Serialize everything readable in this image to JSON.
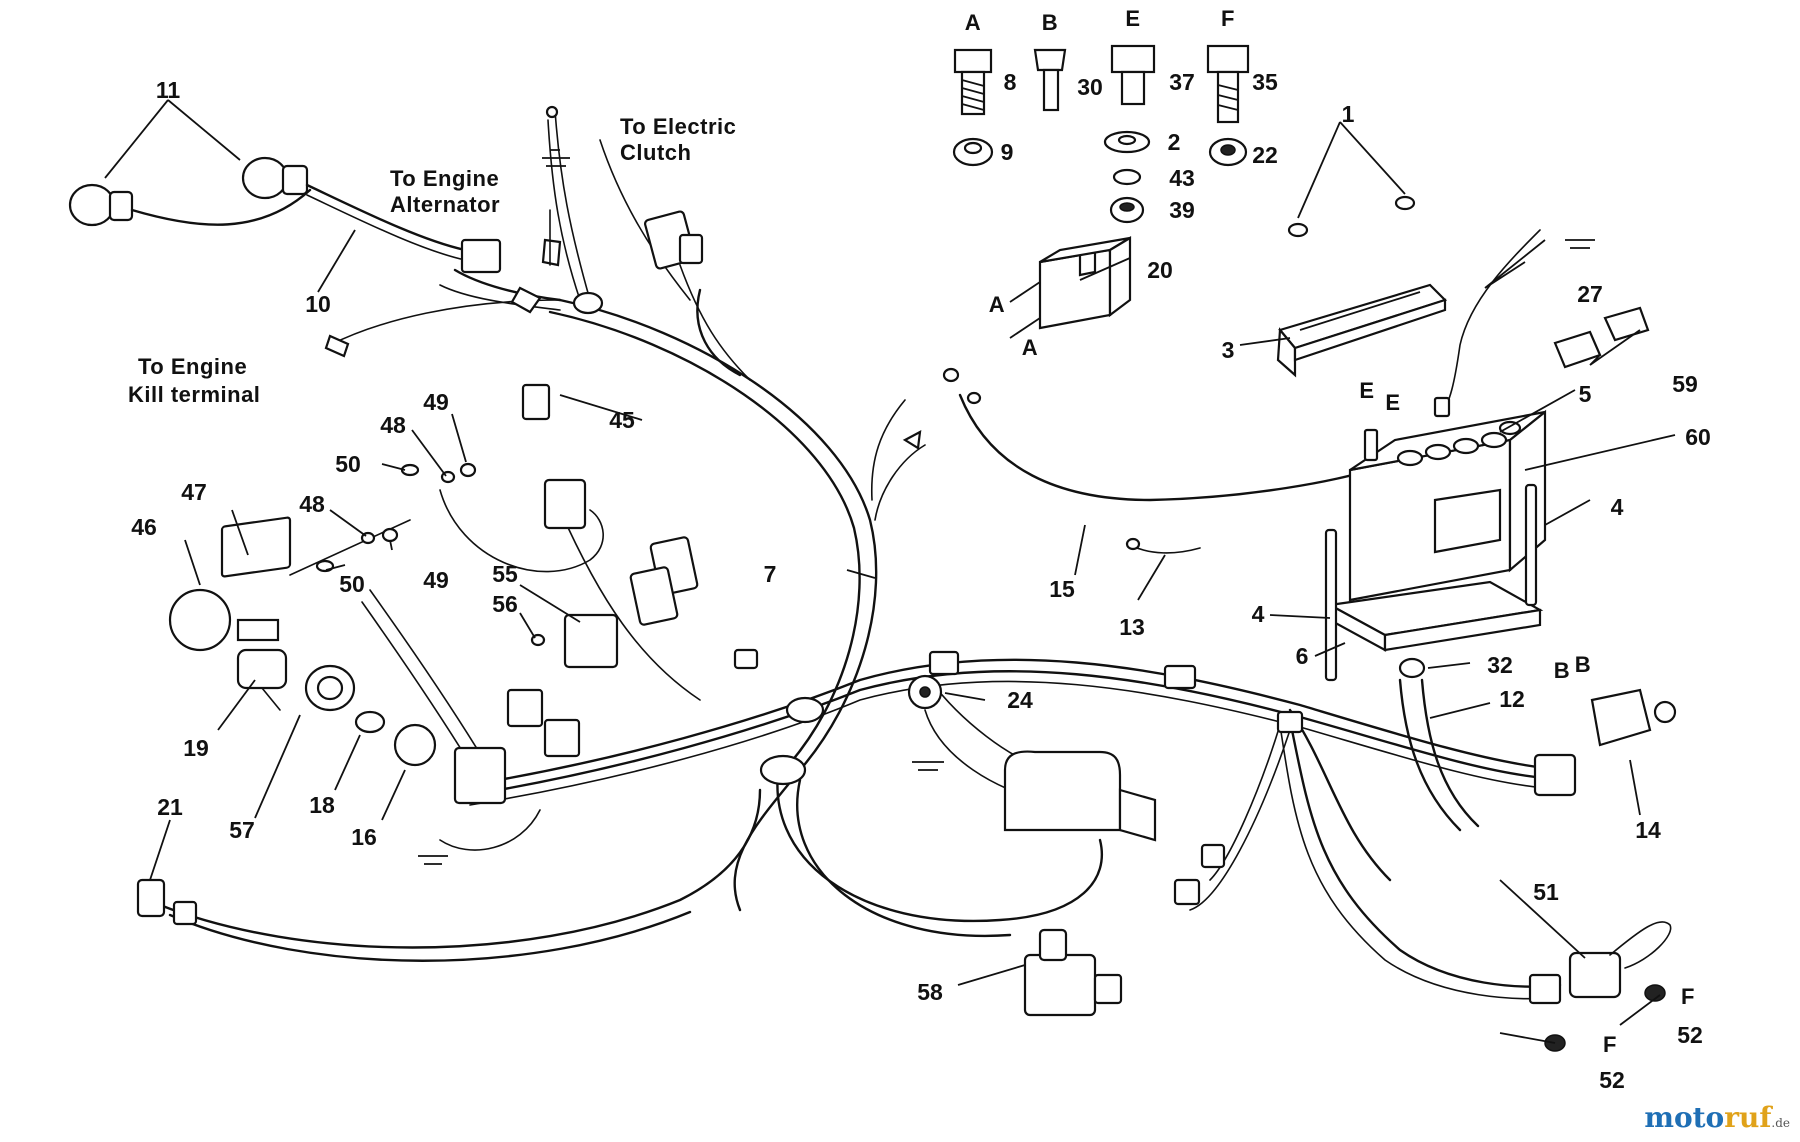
{
  "callouts": {
    "c1": "1",
    "c2": "2",
    "c3": "3",
    "c4a": "4",
    "c4b": "4",
    "c5": "5",
    "c6": "6",
    "c7": "7",
    "c8": "8",
    "c9": "9",
    "c10": "10",
    "c11": "11",
    "c12": "12",
    "c13": "13",
    "c14": "14",
    "c15": "15",
    "c16": "16",
    "c18": "18",
    "c19": "19",
    "c20": "20",
    "c21": "21",
    "c22": "22",
    "c24": "24",
    "c27": "27",
    "c30": "30",
    "c32": "32",
    "c35": "35",
    "c37": "37",
    "c39": "39",
    "c43": "43",
    "c45": "45",
    "c46": "46",
    "c47": "47",
    "c48a": "48",
    "c48b": "48",
    "c49a": "49",
    "c49b": "49",
    "c50a": "50",
    "c50b": "50",
    "c51": "51",
    "c52a": "52",
    "c52b": "52",
    "c55": "55",
    "c56": "56",
    "c57": "57",
    "c58": "58",
    "c59": "59",
    "c60": "60"
  },
  "letters": {
    "A_top": "A",
    "B_top": "B",
    "E_top": "E",
    "F_top": "F",
    "A_20a": "A",
    "A_20b": "A",
    "E_batt1": "E",
    "E_batt2": "E",
    "B_14a": "B",
    "B_14b": "B",
    "F_52a": "F",
    "F_52b": "F"
  },
  "labels": {
    "electric_clutch_1": "To Electric",
    "electric_clutch_2": "Clutch",
    "alternator_1": "To Engine",
    "alternator_2": "Alternator",
    "kill_1": "To Engine",
    "kill_2": "Kill terminal"
  },
  "watermark": {
    "part1": "moto",
    "part2": "ruf",
    "part3": ".de"
  },
  "colors": {
    "line": "#111111",
    "watermark_blue": "#1f6fb5",
    "watermark_orange": "#e0a21a"
  }
}
